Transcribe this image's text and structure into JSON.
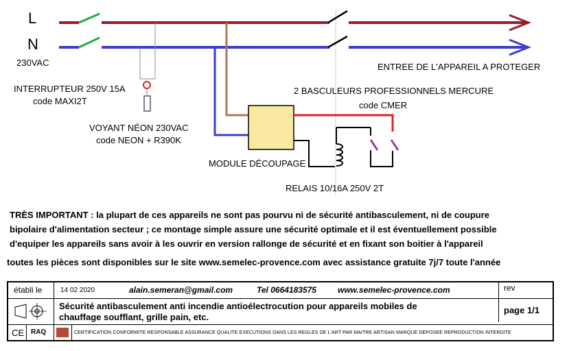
{
  "labels": {
    "phase": "L",
    "neutral": "N",
    "voltage": "230VAC",
    "switch_line1": "INTERRUPTEUR 250V 15A",
    "switch_line2": "code MAXI2T",
    "neon_line1": "VOYANT NÉON 230VAC",
    "neon_line2": "code NEON + R390K",
    "module": "MODULE DÉCOUPAGE",
    "tilt_line1": "2 BASCULEURS PROFESSIONNELS MERCURE",
    "tilt_line2": "code CMER",
    "relay": "RELAIS  10/16A  250V  2T",
    "appliance": "ENTREE DE  L'APPAREIL A PROTEGER"
  },
  "notes": {
    "line1": "TRÈS IMPORTANT : la plupart de ces appareils ne sont pas pourvu ni de sécurité antibasculement, ni de coupure",
    "line2": "bipolaire d'alimentation secteur ; ce montage simple assure une sécurité optimale et il est éventuellement possible",
    "line3": "d'equiper les appareils sans avoir à les ouvrir en version rallonge de sécurité et en fixant son boitier à l'appareil",
    "line4": "toutes les pièces sont disponibles sur le site www.semelec-provence.com avec assistance gratuite 7j/7 toute l'année"
  },
  "cartouche": {
    "etabli_label": "établi le",
    "date": "14 02 2020",
    "email": "alain.semeran@gmail.com",
    "tel": "Tel 0664183575",
    "website": "www.semelec-provence.com",
    "rev_label": "rev",
    "description_line1": "Sécurité antibasculement anti incendie antioélectrocution pour appareils mobiles de",
    "description_line2": "chauffage soufflant, grille pain, etc.",
    "page": "page  1/1",
    "ce_mark": "CE",
    "raq": "RAQ",
    "certification": "CERTIFICATION CONFORMITE RESPONSABLE ASSURANCE QUALITE  EXECUTIONS DANS LES REGLES DE L'ART PAR MAITRE ARTISAN  MARQUE DEPOSEE  REPRODUCTION INTERDITE"
  },
  "colors": {
    "phase_wire": "#9b1b30",
    "neutral_wire": "#3c3ccc",
    "switch_green": "#22aa44",
    "neon_wire": "#8888aa",
    "module_link": "#b07850",
    "module_fill": "#f8e8a0",
    "tilt_red": "#dd2222",
    "tilt_purple": "#994499",
    "indicator_red": "#dd2222",
    "guide_pink": "#f2b8c0"
  }
}
